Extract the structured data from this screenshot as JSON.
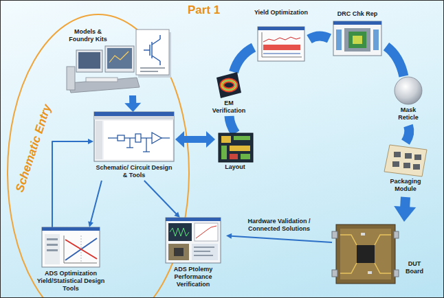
{
  "diagram": {
    "nodes": [
      {
        "text": [
          "Models & Foundry Kits"
        ]
      },
      {
        "text": [
          "Yield Optimization"
        ]
      },
      {
        "text": [
          "DRC Chk Rep"
        ]
      },
      {
        "text": [
          "EM Verification"
        ]
      },
      {
        "text": [
          "Mask Reticle"
        ]
      },
      {
        "text": [
          "Schematic/ Circuit Design & Tools"
        ]
      },
      {
        "text": [
          "Layout"
        ]
      },
      {
        "text": [
          "Packaging Module"
        ]
      },
      {
        "text": [
          "ADS Optimization Yield/Statistical Design Tools"
        ]
      },
      {
        "text": [
          "ADS Ptolemy Performance Verification"
        ]
      },
      {
        "text": [
          "DUT Board"
        ]
      }
    ],
    "edges": [
      {
        "from": 0,
        "to": 5,
        "arrow": "to"
      },
      {
        "from": 5,
        "to": 6,
        "arrow": "both"
      },
      {
        "from": 5,
        "to": 8,
        "arrow": "to"
      },
      {
        "from": 8,
        "to": 5,
        "arrow": "to"
      },
      {
        "from": 5,
        "to": 9,
        "arrow": "to"
      },
      {
        "from": 6,
        "to": 3,
        "arrow": "none"
      },
      {
        "from": 3,
        "to": 1,
        "arrow": "none"
      },
      {
        "from": 1,
        "to": 2,
        "arrow": "none"
      },
      {
        "from": 2,
        "to": 4,
        "arrow": "none"
      },
      {
        "from": 4,
        "to": 7,
        "arrow": "none"
      },
      {
        "from": 7,
        "to": 10,
        "arrow": "to"
      },
      {
        "from": 10,
        "to": 9,
        "label": "Hardware Validation / Connected Solutions",
        "arrow": "to"
      }
    ],
    "labels": [
      "Part 1",
      "Schematic Entry"
    ]
  }
}
